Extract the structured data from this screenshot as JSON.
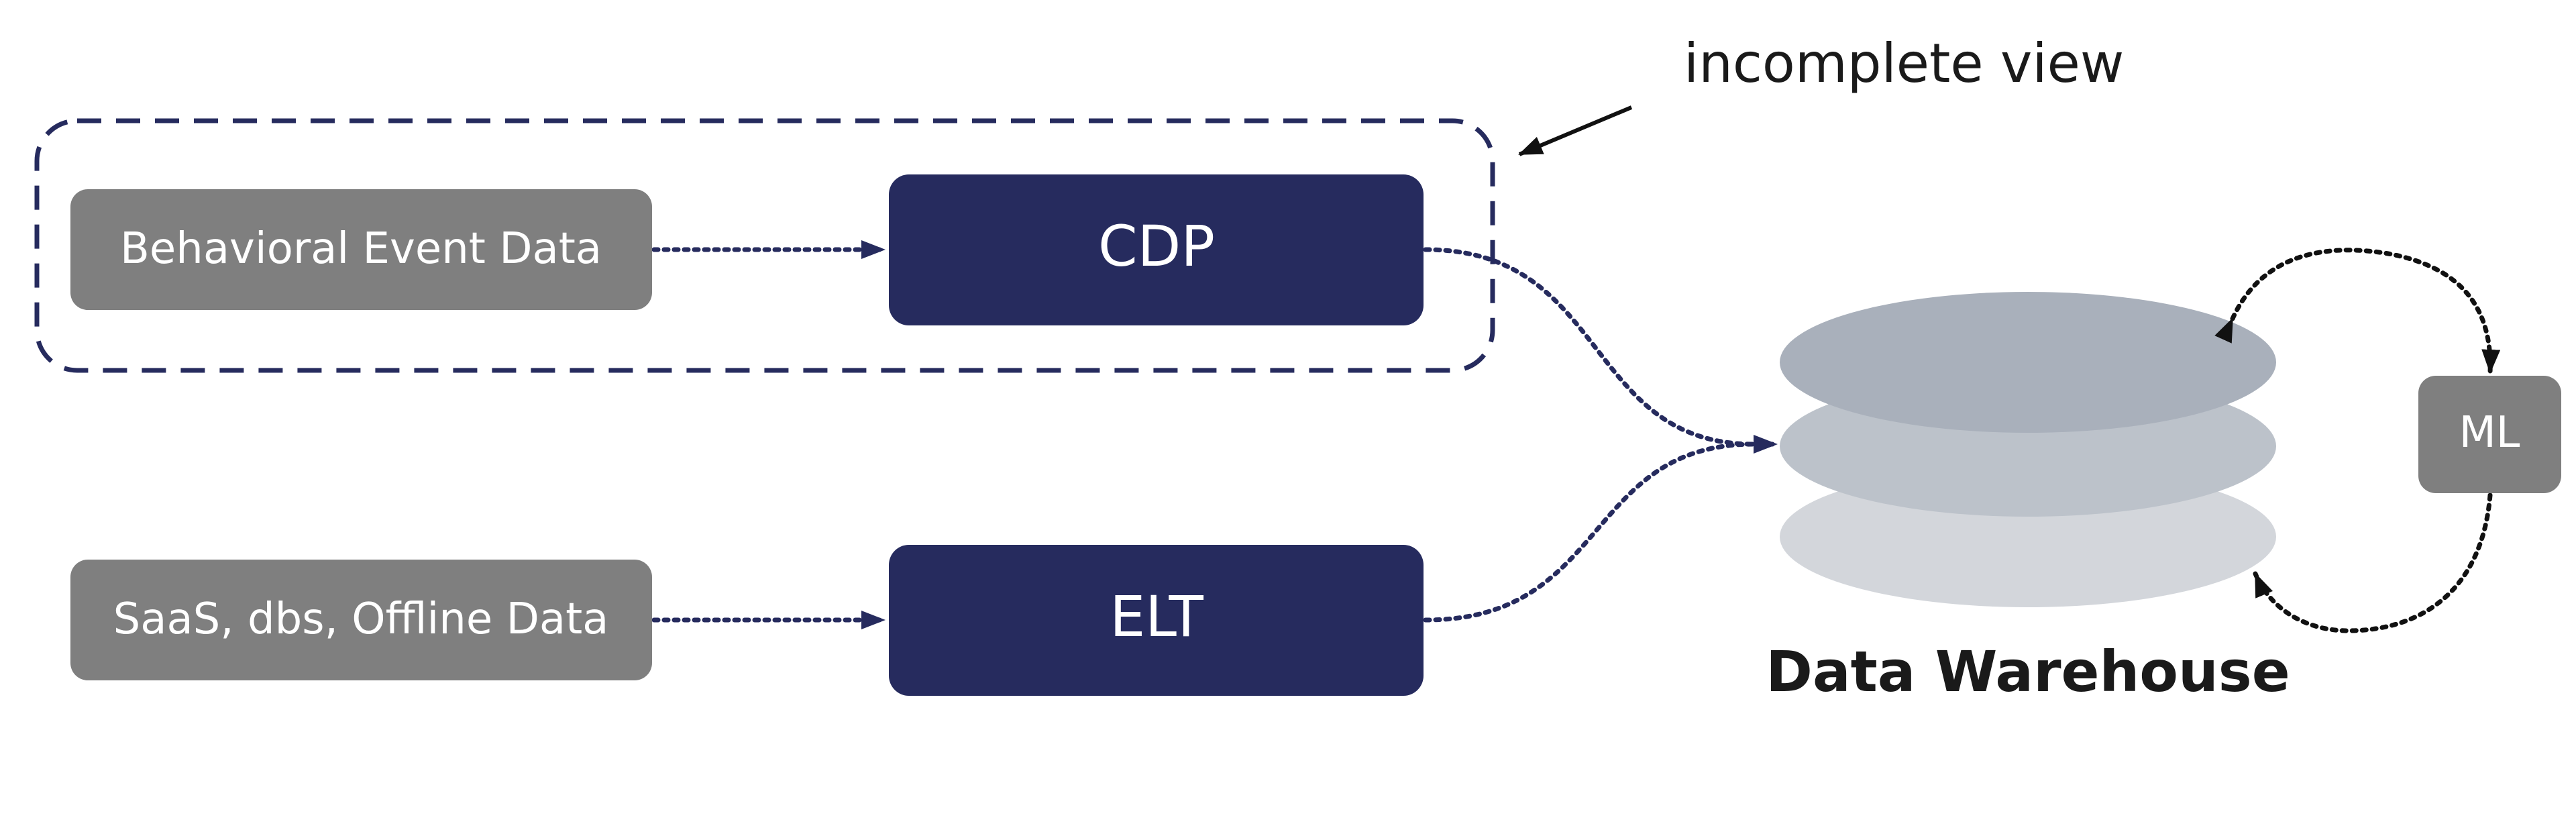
{
  "annotation": "incomplete view",
  "nodes": {
    "behavioral": "Behavioral Event Data",
    "cdp": "CDP",
    "saas": "SaaS, dbs, Offline Data",
    "elt": "ELT",
    "warehouse": "Data Warehouse",
    "ml": "ML"
  },
  "colors": {
    "gray_box": "#7f7f7f",
    "navy_box": "#262b5e",
    "dashed_outline": "#262b5e",
    "connector": "#262b5e",
    "disk_top": "#a9b0bb",
    "disk_middle": "#bcc2ca",
    "disk_bottom": "#d3d6db",
    "pointer": "#111111"
  },
  "icons": [
    "arrowhead-icon"
  ]
}
